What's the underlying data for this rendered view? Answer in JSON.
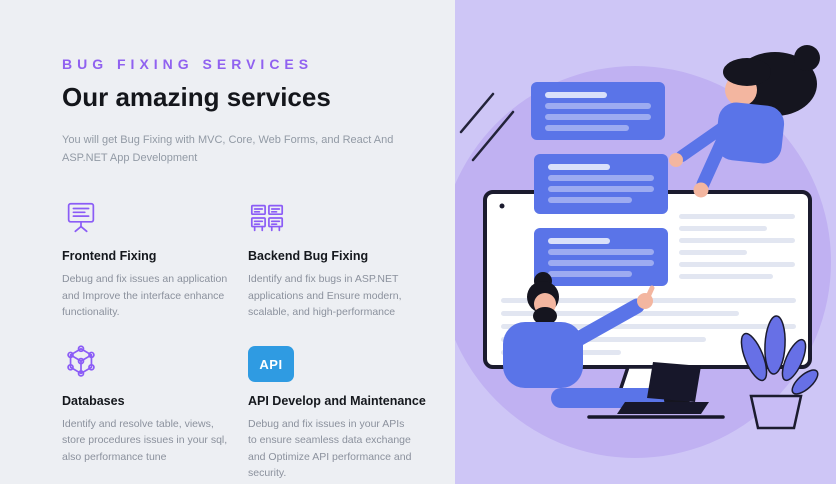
{
  "header": {
    "eyebrow": "BUG FIXING SERVICES",
    "title": "Our amazing services",
    "description": "You will get Bug Fixing with MVC, Core, Web Forms, and React And ASP.NET App Development"
  },
  "services": [
    {
      "icon": "frontend-monitor-icon",
      "title": "Frontend Fixing",
      "description": "Debug and fix issues an application and Improve the interface enhance functionality."
    },
    {
      "icon": "backend-servers-icon",
      "title": "Backend Bug Fixing",
      "description": "Identify and fix bugs in ASP.NET applications and Ensure modern, scalable, and high-performance"
    },
    {
      "icon": "database-cube-icon",
      "title": "Databases",
      "description": "Identify and resolve table, views, store procedures issues in your sql, also performance tune"
    },
    {
      "icon": "api-badge",
      "badge": "API",
      "title": "API Develop and Maintenance",
      "description": "Debug and fix issues in your APIs to ensure seamless data exchange and Optimize API performance and security."
    }
  ],
  "theme": {
    "accent_purple": "#8b5cf6",
    "left_background": "#edeff3",
    "right_background": "#cec6f6",
    "card_blue": "#5a74e8",
    "api_badge_blue": "#2f9be2",
    "ink": "#14161b",
    "muted_text": "#8b919d"
  }
}
